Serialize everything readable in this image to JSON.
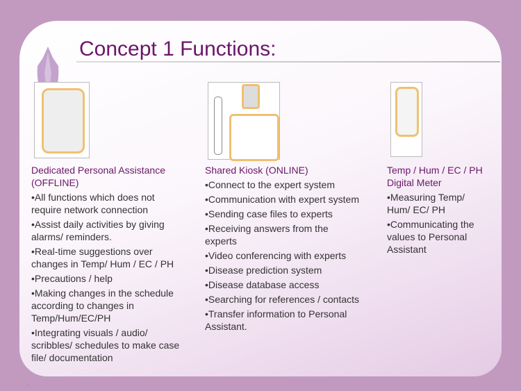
{
  "title": "Concept 1 Functions:",
  "columns": [
    {
      "heading": "Dedicated Personal Assistance (OFFLINE)",
      "bullets": [
        "•All functions which does not require network connection",
        "•Assist daily activities by giving alarms/ reminders.",
        "•Real-time suggestions over changes in Temp/ Hum / EC / PH",
        "•Precautions / help",
        "•Making changes in the schedule according to changes in Temp/Hum/EC/PH",
        "•Integrating visuals / audio/ scribbles/ schedules to make case file/ documentation"
      ]
    },
    {
      "heading": "Shared Kiosk (ONLINE)",
      "bullets": [
        "•Connect to the expert system",
        "•Communication with expert system",
        "•Sending case files to experts",
        "•Receiving answers from the experts",
        "•Video conferencing with experts",
        "•Disease prediction system",
        "•Disease database access",
        "•Searching for references / contacts",
        "•Transfer information to Personal Assistant."
      ]
    },
    {
      "heading": "Temp / Hum / EC / PH Digital Meter",
      "bullets": [
        "•Measuring Temp/ Hum/ EC/ PH",
        "•Communicating the values to Personal Assistant"
      ]
    }
  ],
  "footer_mark": "."
}
